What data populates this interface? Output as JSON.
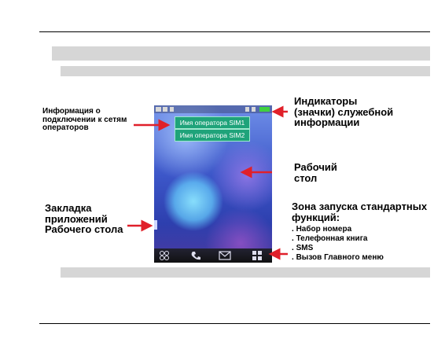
{
  "phone": {
    "operators": [
      "Имя оператора SIM1",
      "Имя оператора SIM2"
    ],
    "softkeys": [
      {
        "icon": "dial-icon"
      },
      {
        "icon": "phonebook-icon"
      },
      {
        "icon": "sms-envelope-icon"
      },
      {
        "icon": "main-menu-grid-icon"
      }
    ]
  },
  "labels": {
    "network_info": "Информация о\nподключении к сетям\nоператоров",
    "indicators": "Индикаторы\n(значки) служебной\nинформации",
    "desktop": "Рабочий\nстол",
    "app_tab": "Закладка\nприложений\nРабочего стола",
    "zone_title": "Зона запуска стандартных\nфункций:",
    "zone_items": [
      "Набор номера",
      "Телефонная книга",
      "SMS",
      "Вызов Главного меню"
    ]
  },
  "colors": {
    "arrow": "#e0202a",
    "operator_bar": "#1fa37a",
    "gray_bar": "#d6d6d6"
  }
}
